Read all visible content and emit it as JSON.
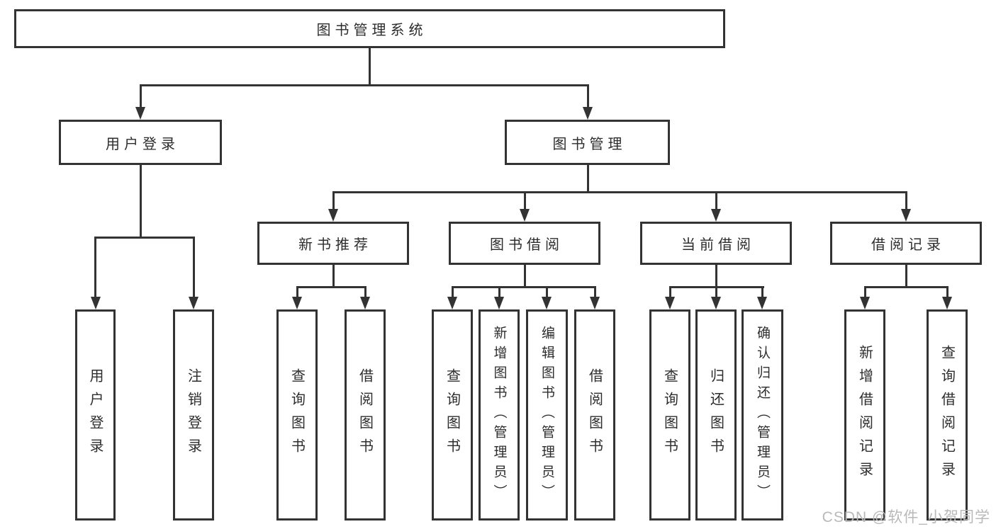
{
  "colors": {
    "line": "#333333",
    "text": "#2d2d2d",
    "box_background": "#ffffff",
    "watermark": "#b9b9b9"
  },
  "root": {
    "label": "图书管理系统"
  },
  "level2": [
    {
      "label": "用户登录"
    },
    {
      "label": "图书管理"
    }
  ],
  "level3": [
    {
      "label": "新书推荐"
    },
    {
      "label": "图书借阅"
    },
    {
      "label": "当前借阅"
    },
    {
      "label": "借阅记录"
    }
  ],
  "leaves": {
    "login": [
      "用户登录",
      "注销登录"
    ],
    "recommend": [
      "查询图书",
      "借阅图书"
    ],
    "borrow": [
      "查询图书",
      "新增图书（管理员）",
      "编辑图书（管理员）",
      "借阅图书"
    ],
    "current": [
      "查询图书",
      "归还图书",
      "确认归还（管理员）"
    ],
    "records": [
      "新增借阅记录",
      "查询借阅记录"
    ]
  },
  "watermark": "CSDN @软件_小贺同学"
}
